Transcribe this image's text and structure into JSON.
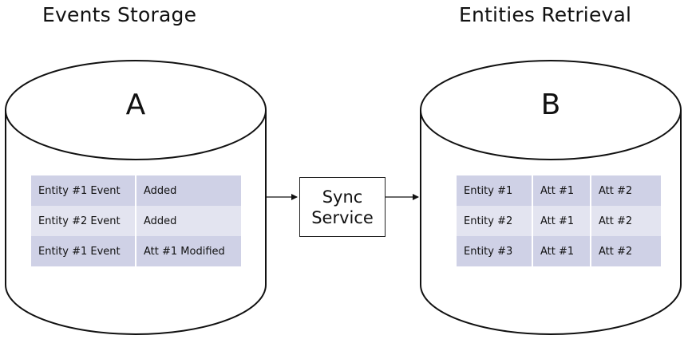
{
  "headings": {
    "left": "Events Storage",
    "right": "Entities Retrieval"
  },
  "databases": {
    "a": {
      "letter": "A",
      "rows": [
        [
          "Entity #1 Event",
          "Added"
        ],
        [
          "Entity #2 Event",
          "Added"
        ],
        [
          "Entity #1 Event",
          "Att #1 Modified"
        ]
      ]
    },
    "b": {
      "letter": "B",
      "rows": [
        [
          "Entity #1",
          "Att #1",
          "Att #2"
        ],
        [
          "Entity #2",
          "Att #1",
          "Att #2"
        ],
        [
          "Entity #3",
          "Att #1",
          "Att #2"
        ]
      ]
    }
  },
  "sync": {
    "line1": "Sync",
    "line2": "Service"
  },
  "colors": {
    "row_dark": "#cfd1e6",
    "row_light": "#e3e4f0",
    "stroke": "#111111"
  }
}
